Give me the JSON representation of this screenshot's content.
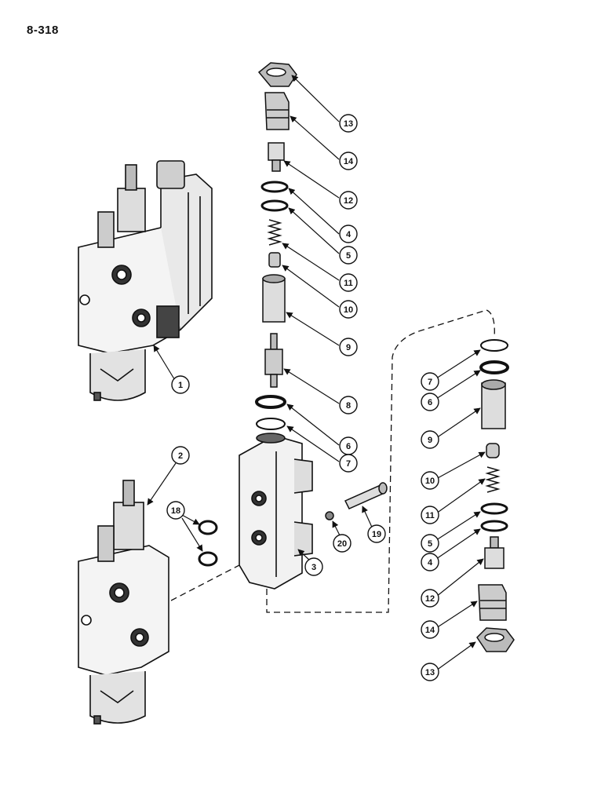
{
  "page": {
    "number": "8-318"
  },
  "callouts": [
    {
      "id": "c13a",
      "label": "13"
    },
    {
      "id": "c14a",
      "label": "14"
    },
    {
      "id": "c12a",
      "label": "12"
    },
    {
      "id": "c4a",
      "label": "4"
    },
    {
      "id": "c5a",
      "label": "5"
    },
    {
      "id": "c11a",
      "label": "11"
    },
    {
      "id": "c10a",
      "label": "10"
    },
    {
      "id": "c9a",
      "label": "9"
    },
    {
      "id": "c8",
      "label": "8"
    },
    {
      "id": "c6a",
      "label": "6"
    },
    {
      "id": "c7a",
      "label": "7"
    },
    {
      "id": "c1",
      "label": "1"
    },
    {
      "id": "c2",
      "label": "2"
    },
    {
      "id": "c18",
      "label": "18"
    },
    {
      "id": "c3",
      "label": "3"
    },
    {
      "id": "c20",
      "label": "20"
    },
    {
      "id": "c19",
      "label": "19"
    },
    {
      "id": "c7b",
      "label": "7"
    },
    {
      "id": "c6b",
      "label": "6"
    },
    {
      "id": "c9b",
      "label": "9"
    },
    {
      "id": "c10b",
      "label": "10"
    },
    {
      "id": "c11b",
      "label": "11"
    },
    {
      "id": "c5b",
      "label": "5"
    },
    {
      "id": "c4b",
      "label": "4"
    },
    {
      "id": "c12b",
      "label": "12"
    },
    {
      "id": "c14b",
      "label": "14"
    },
    {
      "id": "c13b",
      "label": "13"
    }
  ]
}
